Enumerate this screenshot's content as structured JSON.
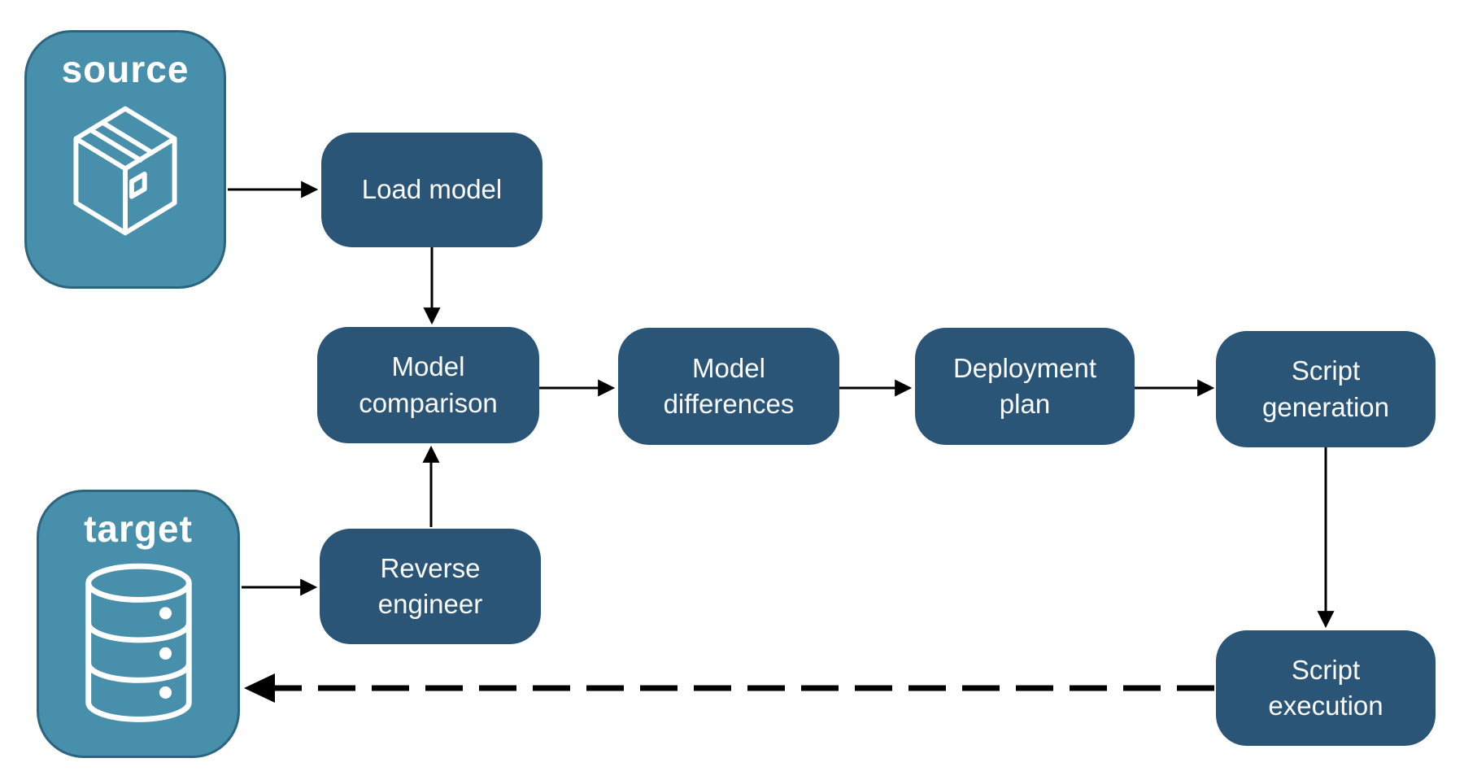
{
  "diagram": {
    "kind": "flowchart",
    "background": "#ffffff"
  },
  "colors": {
    "container_fill": "#488fab",
    "container_border": "#2c657f",
    "node_fill": "#2b5576",
    "node_text": "#fbfbfb",
    "label_text": "#ffffff",
    "icon_stroke": "#ffffff",
    "arrow_color": "#000000"
  },
  "containers": {
    "source": {
      "label": "source",
      "icon": "package-icon"
    },
    "target": {
      "label": "target",
      "icon": "database-icon"
    }
  },
  "nodes": [
    {
      "id": "load-model",
      "lines": [
        "Load model"
      ]
    },
    {
      "id": "model-comparison",
      "lines": [
        "Model",
        "comparison"
      ]
    },
    {
      "id": "model-differences",
      "lines": [
        "Model",
        "differences"
      ]
    },
    {
      "id": "deployment-plan",
      "lines": [
        "Deployment",
        "plan"
      ]
    },
    {
      "id": "script-generation",
      "lines": [
        "Script",
        "generation"
      ]
    },
    {
      "id": "script-execution",
      "lines": [
        "Script",
        "execution"
      ]
    },
    {
      "id": "reverse-engineer",
      "lines": [
        "Reverse",
        "engineer"
      ]
    }
  ],
  "edges": [
    {
      "from": "source",
      "to": "load-model",
      "style": "solid"
    },
    {
      "from": "load-model",
      "to": "model-comparison",
      "style": "solid"
    },
    {
      "from": "model-comparison",
      "to": "model-differences",
      "style": "solid"
    },
    {
      "from": "model-differences",
      "to": "deployment-plan",
      "style": "solid"
    },
    {
      "from": "deployment-plan",
      "to": "script-generation",
      "style": "solid"
    },
    {
      "from": "script-generation",
      "to": "script-execution",
      "style": "solid"
    },
    {
      "from": "target",
      "to": "reverse-engineer",
      "style": "solid"
    },
    {
      "from": "reverse-engineer",
      "to": "model-comparison",
      "style": "solid"
    },
    {
      "from": "script-execution",
      "to": "target",
      "style": "dashed"
    }
  ]
}
